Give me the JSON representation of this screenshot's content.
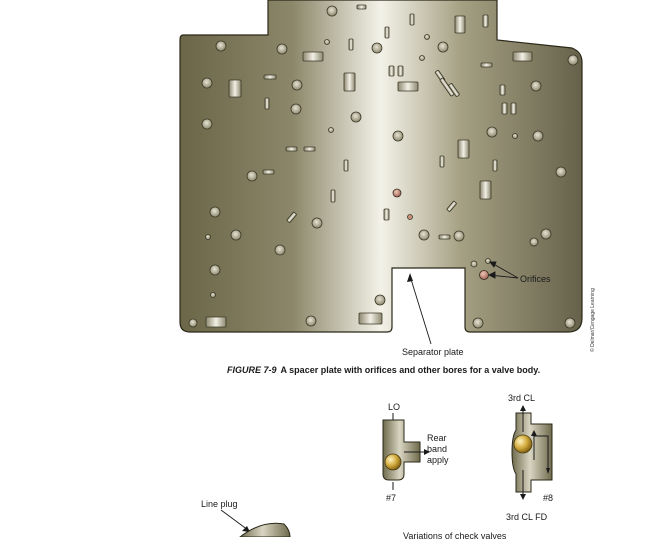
{
  "figure": {
    "number": "FIGURE 7-9",
    "caption": "A spacer plate with orifices and other bores for a valve body.",
    "credit": "© Delmar/Cengage Learning"
  },
  "labels": {
    "orifices": "Orifices",
    "separator_plate": "Separator plate"
  },
  "check_valves": {
    "left": {
      "top": "LO",
      "side": "Rear band apply",
      "side_lines": [
        "Rear",
        "band",
        "apply"
      ],
      "bottom": "#7"
    },
    "right": {
      "top": "3rd CL",
      "number": "#8",
      "bottom": "3rd CL FD"
    },
    "section_title": "Variations of check valves"
  },
  "line_plug": {
    "label": "Line plug"
  },
  "colors": {
    "plate_dark": "#6f6a4c",
    "plate_light": "#f4f3ea",
    "plate_edge": "#2a2818",
    "orifice": "#b07a6a"
  }
}
